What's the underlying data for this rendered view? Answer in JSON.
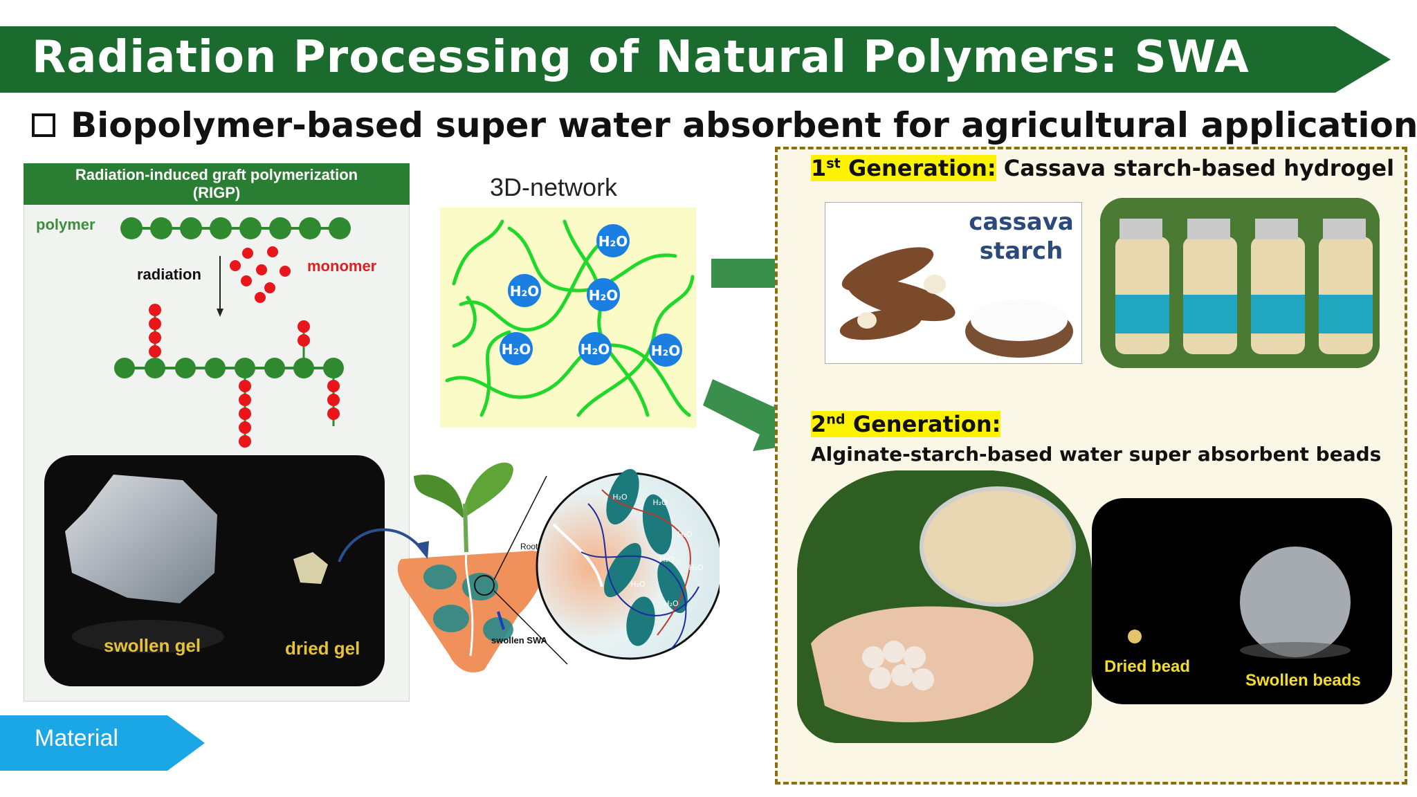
{
  "title": "Radiation Processing of Natural Polymers: SWA",
  "subtitle": "Biopolymer-based super water absorbent for agricultural application",
  "rigp": {
    "header_line1": "Radiation-induced graft polymerization",
    "header_line2": "(RIGP)",
    "polymer_label": "polymer",
    "radiation_label": "radiation",
    "monomer_label": "monomer",
    "swollen_gel_label": "swollen gel",
    "dried_gel_label": "dried gel"
  },
  "network": {
    "label": "3D-network",
    "water_molecule": "H₂O"
  },
  "plant_diagram": {
    "root_label": "Root",
    "swollen_swa_label": "swollen SWA",
    "water_molecule": "H₂O"
  },
  "generation1": {
    "ordinal": "1",
    "ordinal_suffix": "st",
    "title_highlight": " Generation:",
    "title_rest": " Cassava starch-based hydrogel",
    "cassava_label": "cassava starch"
  },
  "generation2": {
    "ordinal": "2",
    "ordinal_suffix": "nd",
    "title_highlight": " Generation:",
    "subtitle": "Alginate-starch-based water super absorbent beads",
    "dried_bead_label": "Dried bead",
    "swollen_beads_label": "Swollen beads"
  },
  "material_tag": "Material",
  "colors": {
    "banner_green": "#1b6b2f",
    "rigp_green": "#2a7e33",
    "polymer_green": "#2f8a2f",
    "monomer_red": "#e8161a",
    "water_blue": "#1a7fe0",
    "network_green": "#1fd82a",
    "arrow_green": "#3b8f4c",
    "material_blue": "#1ba6e6",
    "dash_brown": "#8a6f12",
    "highlight_yellow": "#fdf300"
  }
}
